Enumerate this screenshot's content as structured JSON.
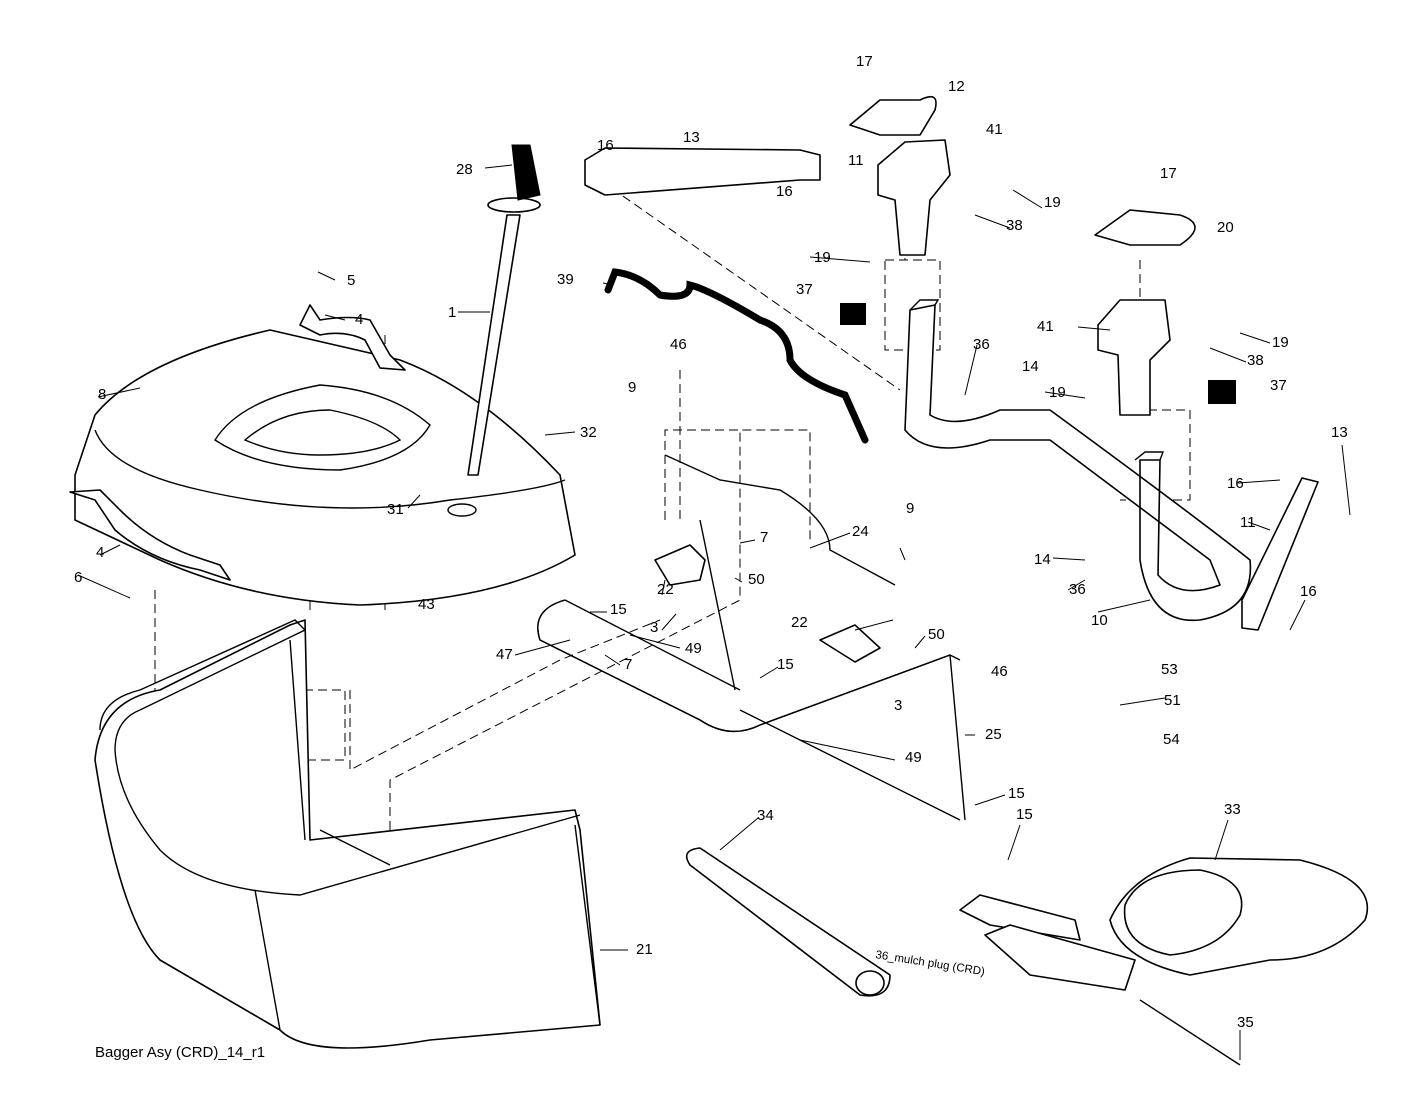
{
  "diagram": {
    "caption": "Bagger Asy (CRD)_14_r1",
    "note": "36_mulch plug (CRD)",
    "callouts": [
      "17",
      "12",
      "41",
      "13",
      "16",
      "11",
      "28",
      "16",
      "19",
      "38",
      "17",
      "20",
      "39",
      "5",
      "19",
      "37",
      "1",
      "4",
      "41",
      "19",
      "46",
      "36",
      "38",
      "14",
      "8",
      "9",
      "19",
      "37",
      "32",
      "13",
      "31",
      "16",
      "9",
      "24",
      "7",
      "11",
      "4",
      "14",
      "50",
      "22",
      "36",
      "6",
      "15",
      "16",
      "10",
      "3",
      "43",
      "22",
      "50",
      "47",
      "49",
      "7",
      "15",
      "46",
      "53",
      "51",
      "3",
      "25",
      "54",
      "49",
      "15",
      "33",
      "34",
      "15",
      "21",
      "35"
    ],
    "line_color": "#000000",
    "background": "#ffffff"
  }
}
